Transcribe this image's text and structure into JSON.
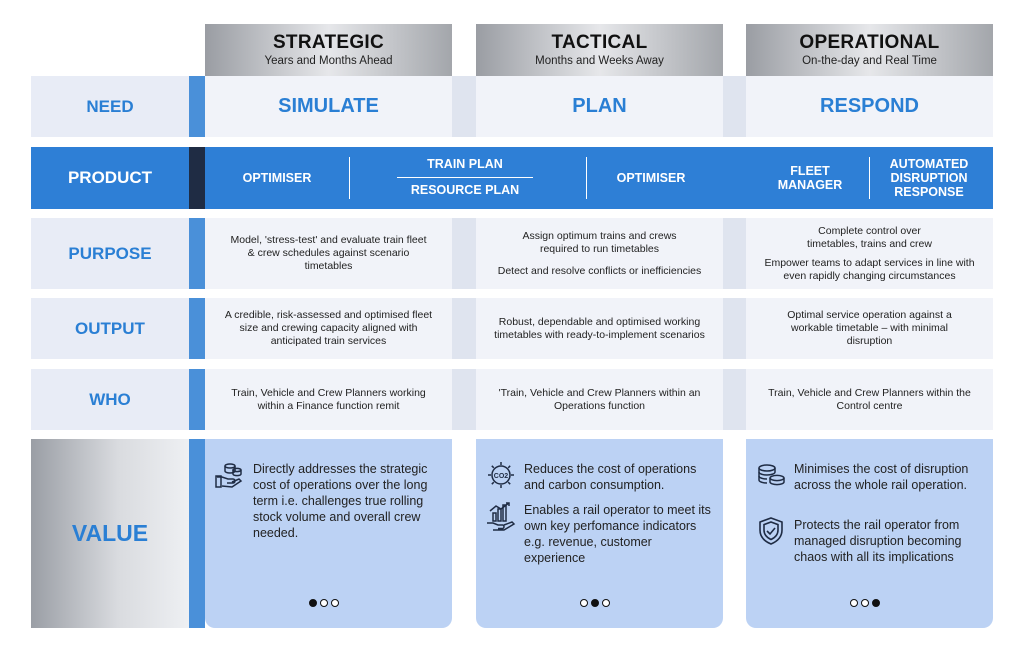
{
  "columns": [
    {
      "title": "STRATEGIC",
      "subtitle": "Years and Months Ahead"
    },
    {
      "title": "TACTICAL",
      "subtitle": "Months and Weeks Away"
    },
    {
      "title": "OPERATIONAL",
      "subtitle": "On-the-day and Real Time"
    }
  ],
  "rows": {
    "need": {
      "label": "NEED",
      "values": [
        "SIMULATE",
        "PLAN",
        "RESPOND"
      ]
    },
    "product": {
      "label": "PRODUCT",
      "items": [
        "OPTIMISER",
        "TRAIN PLAN",
        "RESOURCE PLAN",
        "OPTIMISER",
        "FLEET MANAGER",
        "AUTOMATED DISRUPTION RESPONSE"
      ]
    },
    "purpose": {
      "label": "PURPOSE",
      "col1": "Model, 'stress-test' and evaluate train fleet & crew schedules against scenario timetables",
      "col2a": "Assign optimum trains and crews required to run timetables",
      "col2b": "Detect and resolve conflicts or inefficiencies",
      "col3a": "Complete control over timetables, trains and crew",
      "col3b": "Empower teams to adapt services in line with even rapidly changing circumstances"
    },
    "output": {
      "label": "OUTPUT",
      "col1": "A credible, risk-assessed and optimised fleet size and crewing capacity aligned with anticipated train services",
      "col2": "Robust, dependable and optimised working timetables with ready-to-implement scenarios",
      "col3": "Optimal service operation against a workable timetable – with minimal disruption"
    },
    "who": {
      "label": "WHO",
      "col1": "Train, Vehicle and Crew Planners working within a Finance function remit",
      "col2": "'Train, Vehicle and Crew Planners within an Operations function",
      "col3": "Train, Vehicle and Crew Planners within the Control centre"
    },
    "value": {
      "label": "VALUE",
      "col1": [
        {
          "icon": "coins-hand-icon",
          "text": "Directly addresses the strategic cost of operations over the long term i.e. challenges true rolling stock volume and overall crew needed."
        }
      ],
      "col2": [
        {
          "icon": "co2-icon",
          "text": "Reduces the cost of operations and carbon consumption."
        },
        {
          "icon": "growth-chart-hand-icon",
          "text": "Enables a rail operator to meet its own key perfomance indicators e.g. revenue, customer experience"
        }
      ],
      "col3": [
        {
          "icon": "coin-stack-icon",
          "text": "Minimises the cost of disruption across the whole rail operation."
        },
        {
          "icon": "shield-check-icon",
          "text": "Protects the rail operator from managed disruption becoming chaos with all its implications"
        }
      ],
      "pager": [
        1,
        2,
        3
      ]
    }
  },
  "colors": {
    "accent": "#2e7fd6",
    "label_bg": "#e8ecf6",
    "value_bg": "#bcd2f4",
    "dark_bar": "#1f2c44"
  }
}
